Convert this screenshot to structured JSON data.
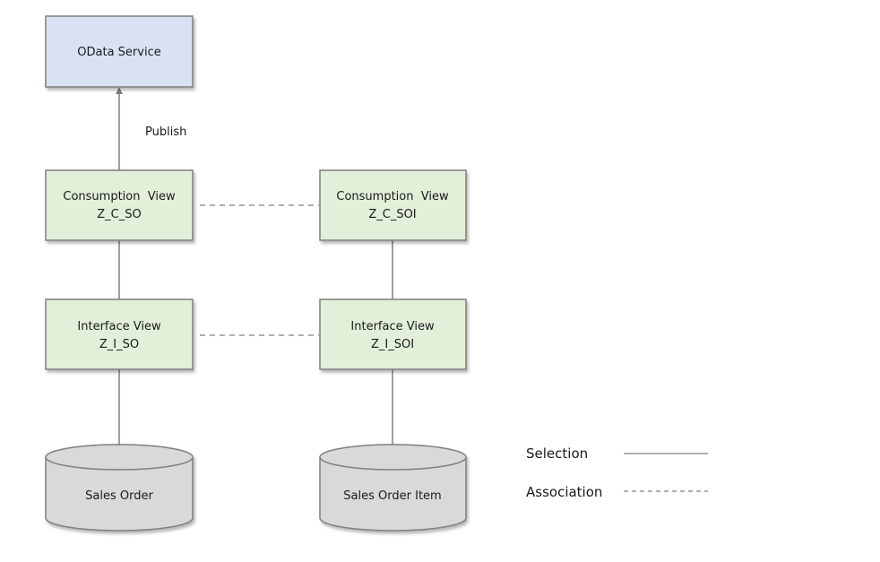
{
  "colors": {
    "service_fill": "#d9e2f3",
    "view_fill": "#e2efd9",
    "db_fill": "#d9d9d9",
    "stroke": "#7f7f7f",
    "edge": "#7f7f7f"
  },
  "nodes": {
    "odata": {
      "label": "OData Service"
    },
    "c_so": {
      "line1": "Consumption  View",
      "line2": "Z_C_SO"
    },
    "c_soi": {
      "line1": "Consumption  View",
      "line2": "Z_C_SOI"
    },
    "i_so": {
      "line1": "Interface View",
      "line2": "Z_I_SO"
    },
    "i_soi": {
      "line1": "Interface View",
      "line2": "Z_I_SOI"
    },
    "db_so": {
      "label": "Sales Order"
    },
    "db_soi": {
      "label": "Sales Order Item"
    }
  },
  "edges": {
    "publish": {
      "label": "Publish"
    }
  },
  "legend": {
    "selection": "Selection",
    "association": "Association"
  }
}
